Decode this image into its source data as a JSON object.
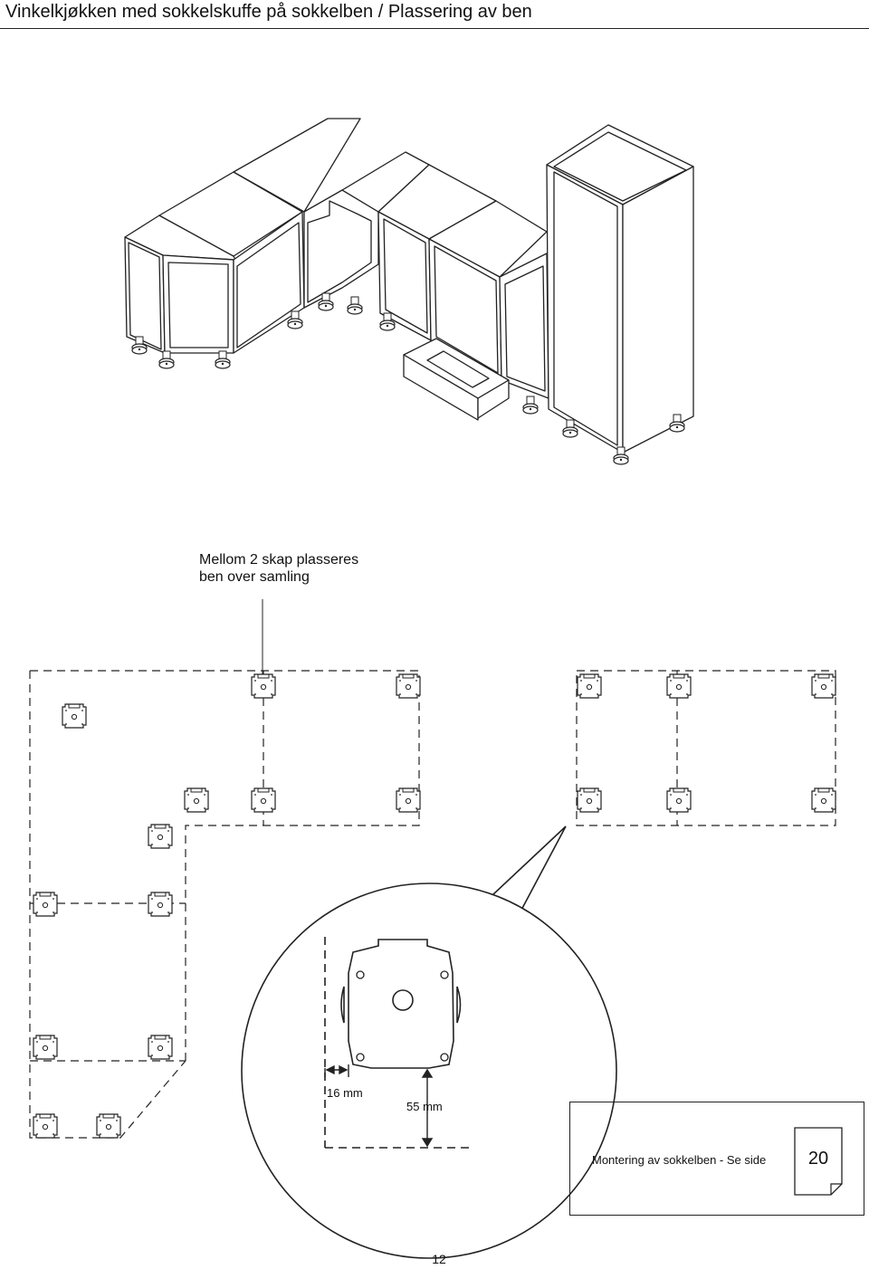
{
  "header": {
    "title": "Vinkelkjøkken med sokkelskuffe på sokkelben / Plassering av ben"
  },
  "illustration": {
    "icon": "kitchen-corner-cabinets-isometric"
  },
  "plan": {
    "note_line1": "Mellom 2 skap plasseres",
    "note_line2": "ben over samling",
    "icon": "leg-plate-icon"
  },
  "detail": {
    "dim_side": "16 mm",
    "dim_front": "55 mm"
  },
  "reference": {
    "text": "Montering av sokkelben - Se side",
    "page": "20"
  },
  "footer": {
    "page_number": "12"
  }
}
